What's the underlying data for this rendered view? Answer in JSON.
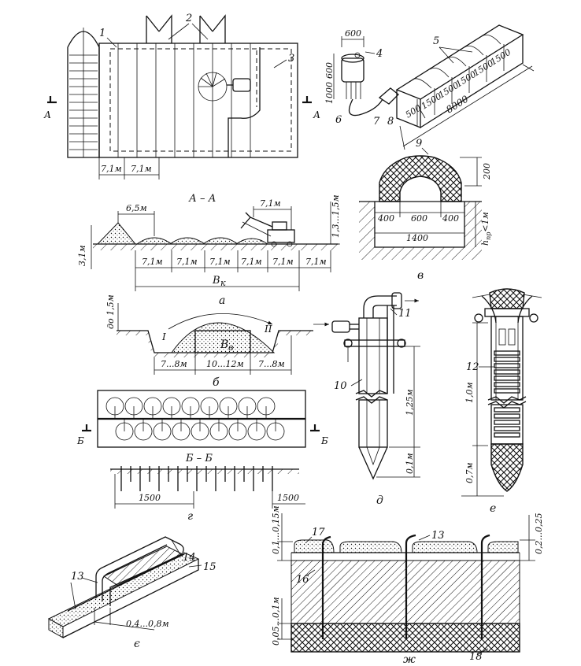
{
  "callouts": {
    "n1": "1",
    "n2": "2",
    "n3": "3",
    "n4": "4",
    "n5": "5",
    "n6": "6",
    "n7": "7",
    "n8": "8",
    "n9": "9",
    "n10": "10",
    "n11": "11",
    "n12": "12",
    "n13": "13",
    "n14": "14",
    "n15": "15",
    "n16": "16",
    "n17": "17",
    "n18": "18"
  },
  "fig_a_plan": {
    "section_mark": "А",
    "dim_left": "7,1м",
    "dim_right": "7,1м"
  },
  "fig_aa": {
    "title": "А – А",
    "dim_65": "6,5м",
    "dim_71_top": "7,1м",
    "dim_height_left": "3,1м",
    "dim_height_right": "1,3...1,5м",
    "segment": "7,1м",
    "width_bk": "В",
    "width_bk_sub": "к",
    "label": "а"
  },
  "fig_b": {
    "height": "до 1,5м",
    "left": "7...8м",
    "center": "10...12м",
    "right": "7...8м",
    "width_b": "В",
    "width_b_sub": "в",
    "roman_1": "I",
    "roman_2": "II",
    "label": "б"
  },
  "fig_v": {
    "dim_200": "200",
    "dim_400_l": "400",
    "dim_600": "600",
    "dim_400_r": "400",
    "dim_1400": "1400",
    "dim_h": "h",
    "dim_h_sub": "пр",
    "dim_h_val": "<1м",
    "label": "в"
  },
  "fig_g": {
    "section_mark": "Б",
    "section_title": "Б – Б",
    "dim_l": "1500",
    "dim_r": "1500",
    "label": "г"
  },
  "fig_d": {
    "dim_125": "1,25м",
    "dim_01": "0,1м",
    "label": "д"
  },
  "fig_e": {
    "dim_10": "1,0м",
    "dim_07": "0,7м",
    "label": "е"
  },
  "fig_heater": {
    "dim_600": "600",
    "dim_600v": "600",
    "dim_1000": "1000",
    "seg": [
      "500",
      "1500",
      "1500",
      "1500",
      "1500",
      "1500"
    ],
    "total": "8000"
  },
  "fig_ye": {
    "dim": "0,4...0,8м",
    "label": "є"
  },
  "fig_zh": {
    "dim_top_left": "0,1...0,15м",
    "dim_top_right": "0,2...0,25",
    "dim_bottom_left": "0,05...0,1м",
    "label": "ж"
  }
}
